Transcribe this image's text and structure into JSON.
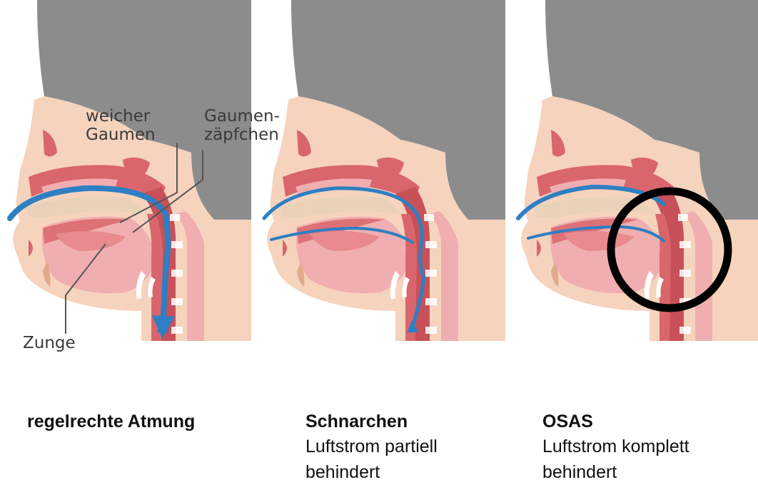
{
  "labels": {
    "soft_palate": "weicher\nGaumen",
    "uvula": "Gaumen-\nzäpfchen",
    "tongue": "Zunge"
  },
  "panels": [
    {
      "title": "regelrechte Atmung",
      "description": "",
      "airflow": "normal"
    },
    {
      "title": "Schnarchen",
      "description": "Luftstrom partiell\nbehindert",
      "airflow": "partial"
    },
    {
      "title": "OSAS",
      "description": "Luftstrom komplett\nbehindert",
      "airflow": "blocked"
    }
  ],
  "colors": {
    "hair": "#8c8c8c",
    "skin": "#f6d3bd",
    "tissue": "#d9666c",
    "tissue_light": "#f0aeb0",
    "airflow": "#2e7fc3",
    "bone": "#e8d2b8",
    "obstruction_ring": "#000000"
  }
}
